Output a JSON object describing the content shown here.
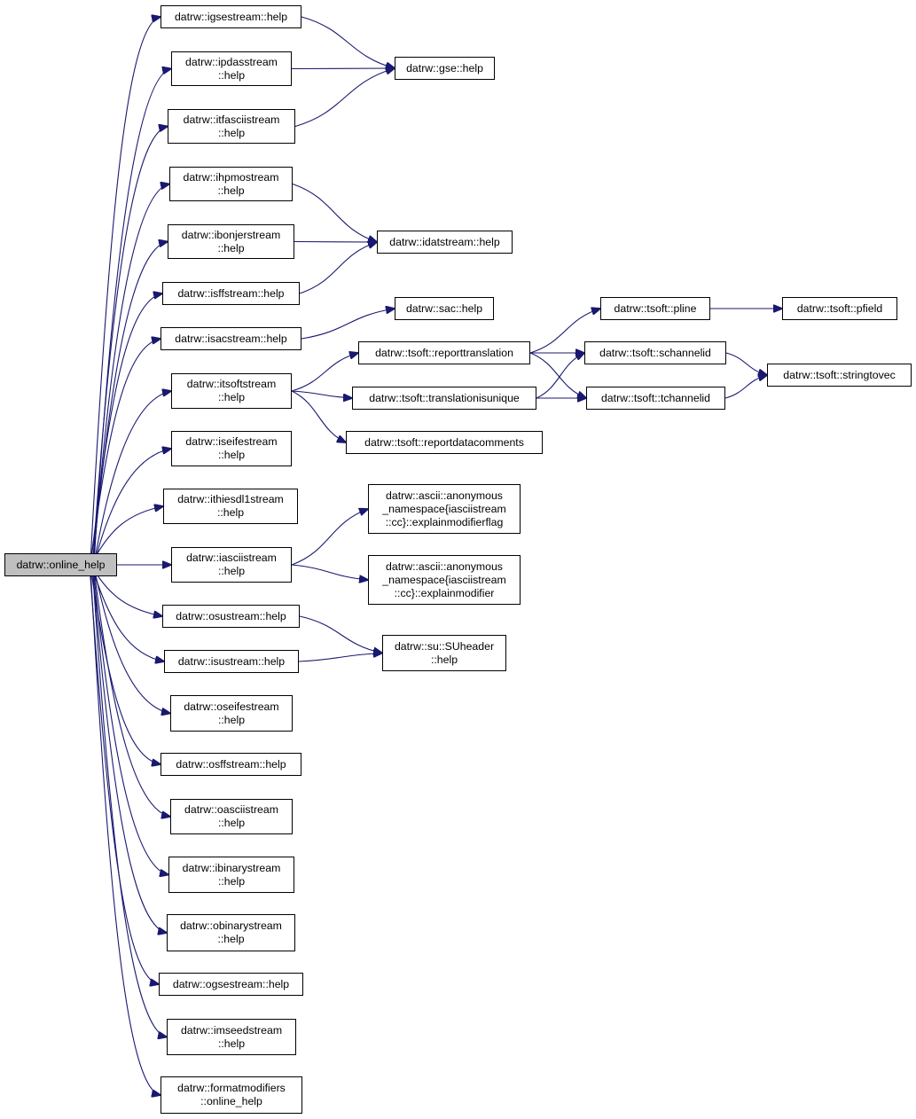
{
  "nodes": {
    "online_help": {
      "lines": [
        "datrw::online_help"
      ],
      "is_root": true
    },
    "igsestream": {
      "lines": [
        "datrw::igsestream::help"
      ]
    },
    "ipdasstream": {
      "lines": [
        "datrw::ipdasstream",
        "::help"
      ]
    },
    "itfasciistream": {
      "lines": [
        "datrw::itfasciistream",
        "::help"
      ]
    },
    "gse": {
      "lines": [
        "datrw::gse::help"
      ]
    },
    "ihpmostream": {
      "lines": [
        "datrw::ihpmostream",
        "::help"
      ]
    },
    "ibonjerstream": {
      "lines": [
        "datrw::ibonjerstream",
        "::help"
      ]
    },
    "isffstream": {
      "lines": [
        "datrw::isffstream::help"
      ]
    },
    "idatstream": {
      "lines": [
        "datrw::idatstream::help"
      ]
    },
    "isacstream": {
      "lines": [
        "datrw::isacstream::help"
      ]
    },
    "sac": {
      "lines": [
        "datrw::sac::help"
      ]
    },
    "itsoftstream": {
      "lines": [
        "datrw::itsoftstream",
        "::help"
      ]
    },
    "reporttranslation": {
      "lines": [
        "datrw::tsoft::reporttranslation"
      ]
    },
    "translationisunique": {
      "lines": [
        "datrw::tsoft::translationisunique"
      ]
    },
    "reportdatacomments": {
      "lines": [
        "datrw::tsoft::reportdatacomments"
      ]
    },
    "pline": {
      "lines": [
        "datrw::tsoft::pline"
      ]
    },
    "pfield": {
      "lines": [
        "datrw::tsoft::pfield"
      ]
    },
    "schannelid": {
      "lines": [
        "datrw::tsoft::schannelid"
      ]
    },
    "tchannelid": {
      "lines": [
        "datrw::tsoft::tchannelid"
      ]
    },
    "stringtovec": {
      "lines": [
        "datrw::tsoft::stringtovec"
      ]
    },
    "iseifestream": {
      "lines": [
        "datrw::iseifestream",
        "::help"
      ]
    },
    "ithiesdl1stream": {
      "lines": [
        "datrw::ithiesdl1stream",
        "::help"
      ]
    },
    "iasciistream": {
      "lines": [
        "datrw::iasciistream",
        "::help"
      ]
    },
    "explainmodifierflag": {
      "lines": [
        "datrw::ascii::anonymous",
        "_namespace{iasciistream",
        "::cc}::explainmodifierflag"
      ]
    },
    "explainmodifier": {
      "lines": [
        "datrw::ascii::anonymous",
        "_namespace{iasciistream",
        "::cc}::explainmodifier"
      ]
    },
    "osustream": {
      "lines": [
        "datrw::osustream::help"
      ]
    },
    "isustream": {
      "lines": [
        "datrw::isustream::help"
      ]
    },
    "suheader": {
      "lines": [
        "datrw::su::SUheader",
        "::help"
      ]
    },
    "oseifestream": {
      "lines": [
        "datrw::oseifestream",
        "::help"
      ]
    },
    "osffstream": {
      "lines": [
        "datrw::osffstream::help"
      ]
    },
    "oasciistream": {
      "lines": [
        "datrw::oasciistream",
        "::help"
      ]
    },
    "ibinarystream": {
      "lines": [
        "datrw::ibinarystream",
        "::help"
      ]
    },
    "obinarystream": {
      "lines": [
        "datrw::obinarystream",
        "::help"
      ]
    },
    "ogsestream": {
      "lines": [
        "datrw::ogsestream::help"
      ]
    },
    "imseedstream": {
      "lines": [
        "datrw::imseedstream",
        "::help"
      ]
    },
    "formatmodifiers": {
      "lines": [
        "datrw::formatmodifiers",
        "::online_help"
      ]
    }
  },
  "edges": [
    [
      "online_help",
      "igsestream"
    ],
    [
      "online_help",
      "ipdasstream"
    ],
    [
      "online_help",
      "itfasciistream"
    ],
    [
      "online_help",
      "ihpmostream"
    ],
    [
      "online_help",
      "ibonjerstream"
    ],
    [
      "online_help",
      "isffstream"
    ],
    [
      "online_help",
      "isacstream"
    ],
    [
      "online_help",
      "itsoftstream"
    ],
    [
      "online_help",
      "iseifestream"
    ],
    [
      "online_help",
      "ithiesdl1stream"
    ],
    [
      "online_help",
      "iasciistream"
    ],
    [
      "online_help",
      "osustream"
    ],
    [
      "online_help",
      "isustream"
    ],
    [
      "online_help",
      "oseifestream"
    ],
    [
      "online_help",
      "osffstream"
    ],
    [
      "online_help",
      "oasciistream"
    ],
    [
      "online_help",
      "ibinarystream"
    ],
    [
      "online_help",
      "obinarystream"
    ],
    [
      "online_help",
      "ogsestream"
    ],
    [
      "online_help",
      "imseedstream"
    ],
    [
      "online_help",
      "formatmodifiers"
    ],
    [
      "igsestream",
      "gse"
    ],
    [
      "ipdasstream",
      "gse"
    ],
    [
      "itfasciistream",
      "gse"
    ],
    [
      "ihpmostream",
      "idatstream"
    ],
    [
      "ibonjerstream",
      "idatstream"
    ],
    [
      "isffstream",
      "idatstream"
    ],
    [
      "isacstream",
      "sac"
    ],
    [
      "itsoftstream",
      "reporttranslation"
    ],
    [
      "itsoftstream",
      "translationisunique"
    ],
    [
      "itsoftstream",
      "reportdatacomments"
    ],
    [
      "reporttranslation",
      "pline"
    ],
    [
      "reporttranslation",
      "schannelid"
    ],
    [
      "reporttranslation",
      "tchannelid"
    ],
    [
      "translationisunique",
      "schannelid"
    ],
    [
      "translationisunique",
      "tchannelid"
    ],
    [
      "pline",
      "pfield"
    ],
    [
      "schannelid",
      "stringtovec"
    ],
    [
      "tchannelid",
      "stringtovec"
    ],
    [
      "iasciistream",
      "explainmodifierflag"
    ],
    [
      "iasciistream",
      "explainmodifier"
    ],
    [
      "osustream",
      "suheader"
    ],
    [
      "isustream",
      "suheader"
    ]
  ],
  "colors": {
    "edge": "#191970",
    "node_border": "#000000",
    "root_fill": "#bfbfbf",
    "node_fill": "#ffffff"
  }
}
